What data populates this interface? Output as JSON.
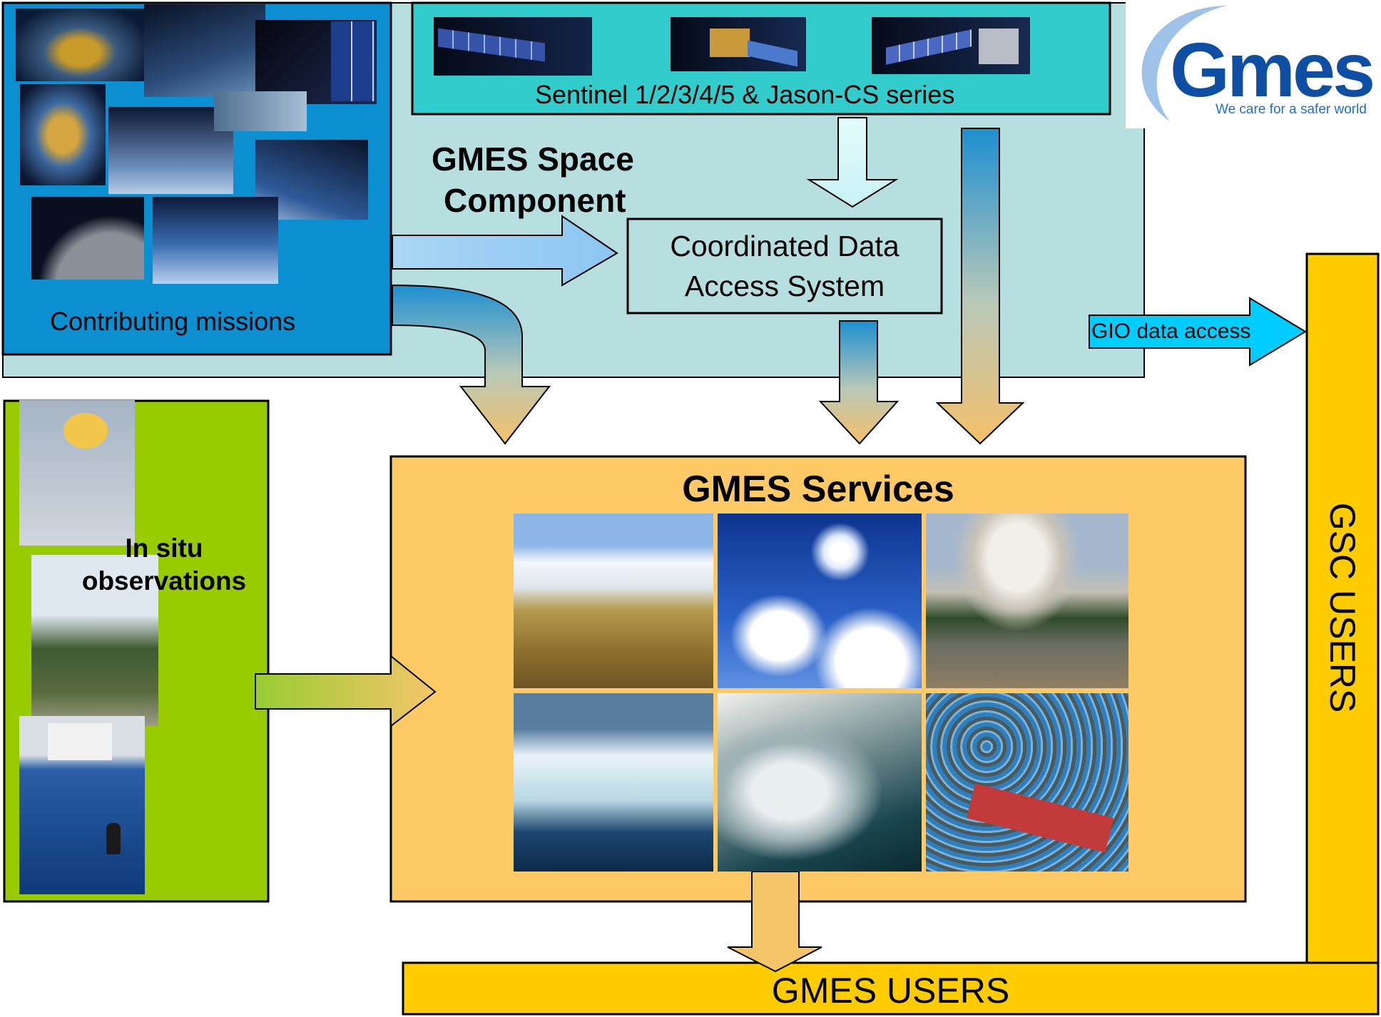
{
  "colors": {
    "space_panel": "#b8dfe0",
    "missions_panel": "#0b8fd0",
    "sentinel_panel": "#33cccc",
    "insitu_panel": "#99cc00",
    "services_panel": "#ffc966",
    "users_bar": "#ffcc00",
    "gio_arrow": "#00ccff"
  },
  "logo": {
    "wordmark": "Gmes",
    "tagline": "We care for a safer world"
  },
  "space": {
    "title_line1": "GMES Space",
    "title_line2": "Component"
  },
  "missions": {
    "label": "Contributing missions"
  },
  "sentinel": {
    "label": "Sentinel 1/2/3/4/5 & Jason-CS series"
  },
  "cdas": {
    "line1": "Coordinated Data",
    "line2": "Access System"
  },
  "gio": {
    "label": "GIO data access"
  },
  "insitu": {
    "line1": "In situ",
    "line2": "observations"
  },
  "services": {
    "title": "GMES Services",
    "photos": [
      "grassland",
      "sky",
      "forest-fire",
      "iceberg",
      "ocean-wave",
      "harbour"
    ]
  },
  "gsc_users": {
    "label": "GSC USERS"
  },
  "gmes_users": {
    "label": "GMES USERS"
  }
}
